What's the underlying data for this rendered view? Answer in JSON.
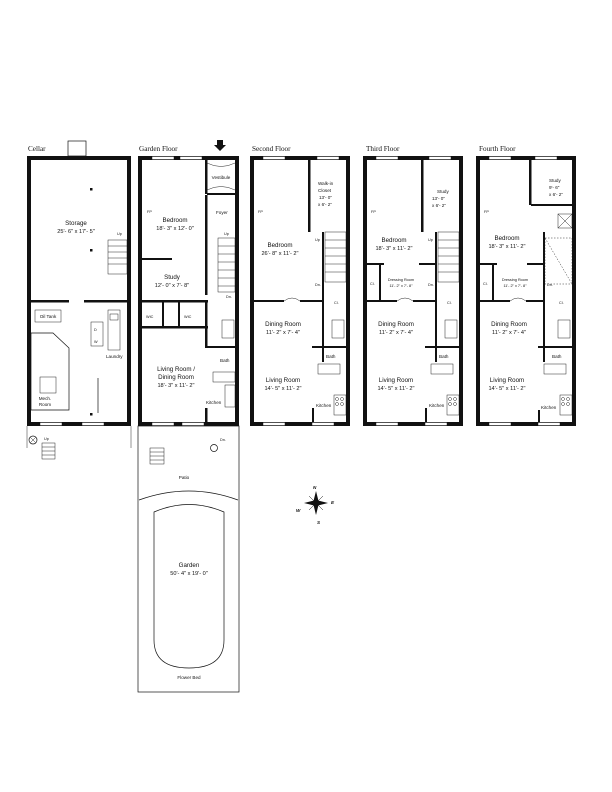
{
  "floors": {
    "cellar": {
      "title": "Cellar",
      "storage": {
        "name": "Storage",
        "dims": "25'- 6\" x 17'- 5\""
      },
      "oil_tank": "Oil Tank",
      "laundry": "Laundry",
      "mech": {
        "line1": "Mech.",
        "line2": "Room"
      },
      "up": "Up",
      "up_outside": "Up"
    },
    "garden": {
      "title": "Garden Floor",
      "vestibule": "Vestibule",
      "foyer": "Foyer",
      "fp": "FP",
      "bedroom": {
        "name": "Bedroom",
        "dims": "18'- 3\" x 12'- 0\""
      },
      "study": {
        "name": "Study",
        "dims": "12'- 0\" x 7'- 8\""
      },
      "up": "Up",
      "dn": "Dn.",
      "wic1": "WIC",
      "wic2": "WIC",
      "living": {
        "name1": "Living Room /",
        "name2": "Dining Room",
        "dims": "18'- 3\" x 11'- 2\""
      },
      "bath": "Bath",
      "kitchen": "Kitchen",
      "dn_outside": "Dn.",
      "patio": "Patio",
      "garden": {
        "name": "Garden",
        "dims": "50'- 4\" x 19'- 0\""
      },
      "flower_bed": "Flower Bed"
    },
    "second": {
      "title": "Second Floor",
      "fp": "FP",
      "closet": {
        "name1": "Walk-in",
        "name2": "Closet",
        "dims1": "13'- 0\"",
        "dims2": "x 6'- 2\""
      },
      "bedroom": {
        "name": "Bedroom",
        "dims": "26'- 8\" x 11'- 2\""
      },
      "up": "Up",
      "dn": "Dn.",
      "cl": "Cl.",
      "dining": {
        "name": "Dining Room",
        "dims": "11'- 2\" x 7'- 4\""
      },
      "bath": "Bath",
      "living": {
        "name": "Living Room",
        "dims": "14'- 5\" x 11'- 2\""
      },
      "kitchen": "Kitchen"
    },
    "third": {
      "title": "Third Floor",
      "fp": "FP",
      "study": {
        "name": "Study",
        "dims1": "13'- 0\"",
        "dims2": "x 6'- 2\""
      },
      "bedroom": {
        "name": "Bedroom",
        "dims": "18'- 3\" x 11'- 2\""
      },
      "up": "Up",
      "cl_left": "Cl.",
      "dressing": {
        "name": "Dressing Room",
        "dims": "11'- 2\" x 7'- 8\""
      },
      "dn": "Dn.",
      "cl": "Cl.",
      "dining": {
        "name": "Dining Room",
        "dims": "11'- 2\" x 7'- 4\""
      },
      "bath": "Bath",
      "living": {
        "name": "Living Room",
        "dims": "14'- 5\" x 11'- 2\""
      },
      "kitchen": "Kitchen"
    },
    "fourth": {
      "title": "Fourth Floor",
      "fp": "FP",
      "study": {
        "name": "Study",
        "dims1": "9'- 6\"",
        "dims2": "x 6'- 2\""
      },
      "bedroom": {
        "name": "Bedroom",
        "dims": "18'- 3\" x 11'- 2\""
      },
      "cl_left": "Cl.",
      "dressing": {
        "name": "Dressing Room",
        "dims": "11'- 2\" x 7'- 8\""
      },
      "dn": "Dn.",
      "cl": "Cl.",
      "dining": {
        "name": "Dining Room",
        "dims": "11'- 2\" x 7'- 4\""
      },
      "bath": "Bath",
      "living": {
        "name": "Living Room",
        "dims": "14'- 5\" x 11'- 2\""
      },
      "kitchen": "Kitchen"
    }
  },
  "compass": {
    "n": "N",
    "s": "S",
    "e": "E",
    "w": "W"
  }
}
